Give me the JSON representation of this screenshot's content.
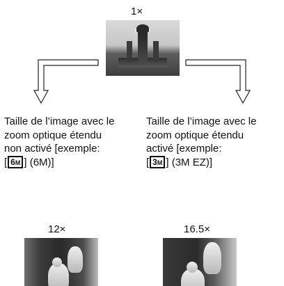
{
  "top": {
    "zoom_label": "1×"
  },
  "left": {
    "caption_line1": "Taille de l’image avec le",
    "caption_line2": "zoom optique étendu",
    "caption_line3": "non activé [exemple:",
    "bracket_open": "[",
    "icon_number": "6",
    "icon_unit": "M",
    "bracket_close": "]",
    "caption_suffix": "(6M)]",
    "zoom_label": "12×"
  },
  "right": {
    "caption_line1": "Taille de l’image avec le",
    "caption_line2": "zoom optique étendu",
    "caption_line3": "activé [exemple:",
    "bracket_open": "[",
    "icon_number": "3",
    "icon_unit": "M",
    "bracket_close": "]",
    "caption_suffix": "(3M EZ)]",
    "zoom_label": "16.5×"
  },
  "icons": {
    "left_arrow": "bent-arrow-down-left-icon",
    "right_arrow": "bent-arrow-down-right-icon"
  }
}
